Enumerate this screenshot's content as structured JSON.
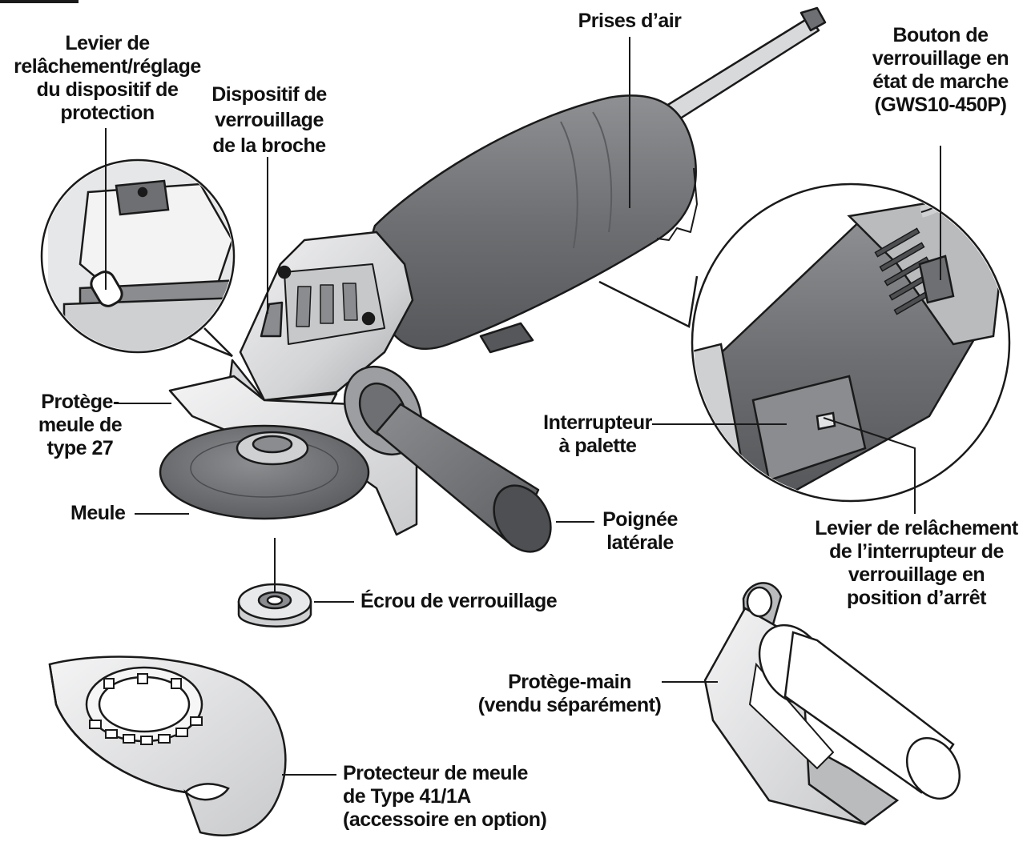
{
  "labels": {
    "levier_protection": [
      "Levier de",
      "relâchement/réglage",
      "du dispositif de",
      "protection"
    ],
    "dispositif_broche": [
      "Dispositif de",
      "verrouillage",
      "de la broche"
    ],
    "prises_air": [
      "Prises d’air"
    ],
    "bouton_verrouillage": [
      "Bouton de",
      "verrouillage en",
      "état de marche",
      "(GWS10-450P)"
    ],
    "protege_meule_27": [
      "Protège-",
      "meule de",
      "type 27"
    ],
    "meule": [
      "Meule"
    ],
    "interrupteur_palette": [
      "Interrupteur",
      "à palette"
    ],
    "poignee_laterale": [
      "Poignée",
      "latérale"
    ],
    "levier_relachement": [
      "Levier de relâchement",
      "de l’interrupteur de",
      "verrouillage en",
      "position d’arrêt"
    ],
    "ecrou": [
      "Écrou de verrouillage"
    ],
    "protege_main": [
      "Protège-main",
      "(vendu séparément)"
    ],
    "protecteur_41": [
      "Protecteur de meule",
      "de Type 41/1A",
      "(accessoire en option)"
    ]
  },
  "colors": {
    "body_dark": "#6d6f72",
    "body_mid": "#8a8c8f",
    "metal_light": "#e2e3e4",
    "metal_mid": "#b9bbbd",
    "outline": "#1a1a1a",
    "leader": "#1a1a1a"
  }
}
